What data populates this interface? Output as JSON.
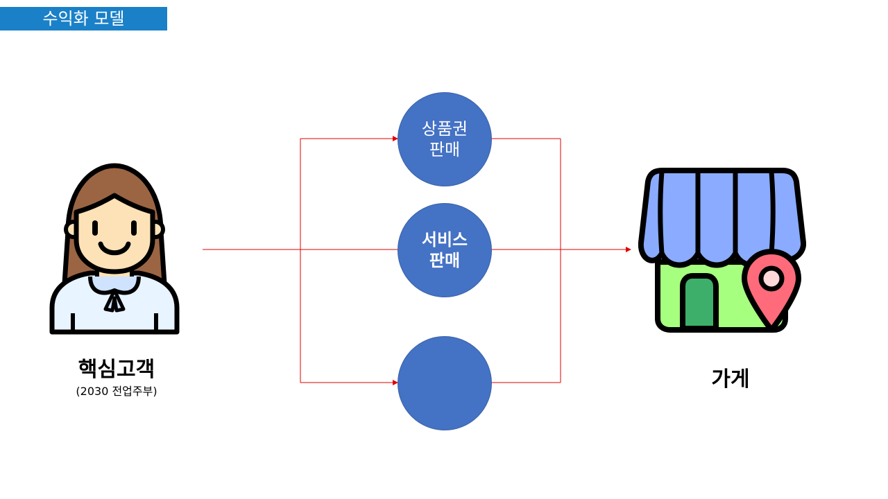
{
  "title": "수익화 모델",
  "customer": {
    "label": "핵심고객",
    "sublabel": "(2030 전업주부)",
    "icon": "woman-avatar-icon"
  },
  "store": {
    "label": "가게",
    "icon": "store-location-icon"
  },
  "nodes": [
    {
      "line1": "상품권",
      "line2": "판매"
    },
    {
      "line1": "서비스",
      "line2": "판매"
    },
    {
      "line1": "",
      "line2": ""
    }
  ],
  "colors": {
    "title_bg": "#1a80c8",
    "node_fill": "#4472c4",
    "connector": "#e00000",
    "awning": "#8aabff",
    "store_wall": "#a6ff7e",
    "door": "#3daf6a",
    "pin": "#ff6b7a",
    "hair": "#9b6543",
    "skin": "#fce2b6",
    "shirt": "#e8f4ff"
  }
}
